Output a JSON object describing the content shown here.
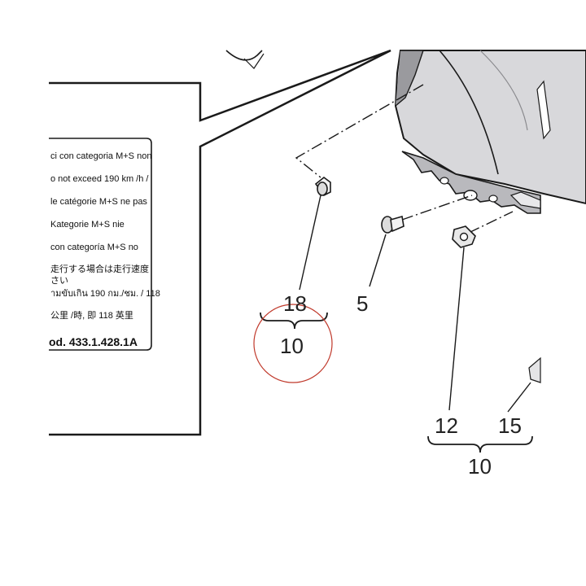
{
  "label_card": {
    "lines": [
      "ci con categoria M+S non",
      "o not exceed 190 km /h /",
      "le catégorie M+S ne pas",
      "Kategorie M+S nie",
      "con categoría M+S no",
      "走行する場合は走行速度",
      "さい",
      "ามขับเกิน 190 กม./ชม. / 118",
      "公里 /時, 即 118 英里"
    ],
    "code": "od. 433.1.428.1A"
  },
  "callouts": {
    "screw": "18",
    "screw_group": "10",
    "bolt": "5",
    "nut": "12",
    "bracket": "15",
    "nut_group": "10"
  },
  "colors": {
    "line": "#1a1a1a",
    "fender": "#d8d8db",
    "fender_dark": "#9a9a9e",
    "highlight": "#c0392b"
  }
}
